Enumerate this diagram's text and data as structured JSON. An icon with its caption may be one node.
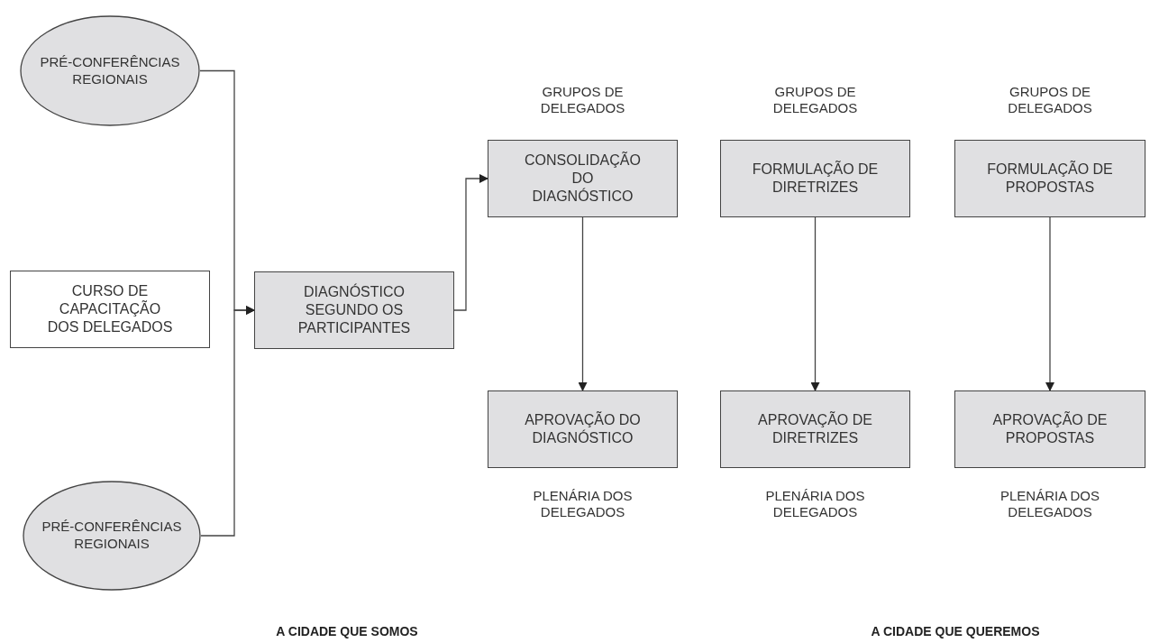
{
  "diagram": {
    "nodes": [
      {
        "text": [
          "PRÉ-CONFERÊNCIAS REGIONAIS"
        ]
      },
      {
        "text": [
          "CURSO DE CAPACITAÇÃO DOS DELEGADOS"
        ]
      },
      {
        "text": [
          "PRÉ-CONFERÊNCIAS REGIONAIS"
        ]
      },
      {
        "text": [
          "DIAGNÓSTICO SEGUNDO OS PARTICIPANTES"
        ]
      },
      {
        "text": [
          "CONSOLIDAÇÃO DO DIAGNÓSTICO"
        ],
        "beside": [
          "GRUPOS DE DELEGADOS"
        ]
      },
      {
        "text": [
          "FORMULAÇÃO DE DIRETRIZES"
        ],
        "beside": [
          "GRUPOS DE DELEGADOS"
        ]
      },
      {
        "text": [
          "FORMULAÇÃO DE PROPOSTAS"
        ],
        "beside": [
          "GRUPOS DE DELEGADOS"
        ]
      },
      {
        "text": [
          "APROVAÇÃO DO DIAGNÓSTICO"
        ],
        "beside": [
          "PLENÁRIA DOS DELEGADOS"
        ]
      },
      {
        "text": [
          "APROVAÇÃO DE DIRETRIZES"
        ],
        "beside": [
          "PLENÁRIA DOS DELEGADOS"
        ]
      },
      {
        "text": [
          "APROVAÇÃO DE PROPOSTAS"
        ],
        "beside": [
          "PLENÁRIA DOS DELEGADOS"
        ]
      }
    ],
    "edges": [
      {
        "from": 0,
        "to": 3,
        "arrow": "to"
      },
      {
        "from": 2,
        "to": 3,
        "arrow": "to"
      },
      {
        "from": 3,
        "to": 4,
        "arrow": "to"
      },
      {
        "from": 4,
        "to": 7,
        "arrow": "to"
      },
      {
        "from": 5,
        "to": 8,
        "arrow": "to"
      },
      {
        "from": 6,
        "to": 9,
        "arrow": "to"
      }
    ],
    "labels": [
      "A CIDADE QUE SOMOS",
      "A CIDADE QUE QUEREMOS"
    ]
  }
}
